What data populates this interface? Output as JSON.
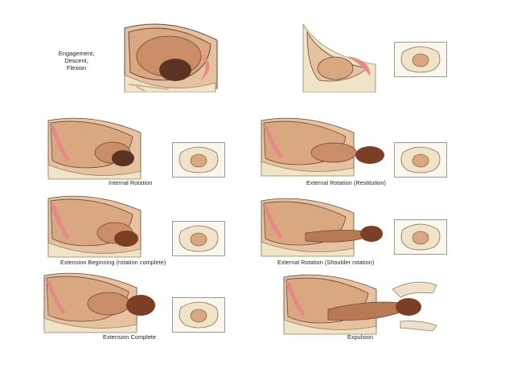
{
  "labels": {
    "engagement": [
      "Engagement,",
      "Descent,",
      "Flexion"
    ],
    "internal_rotation": "Internal Rotation",
    "external_rotation_restitution": "External Rotation (Restitution)",
    "extension_beginning": "Extension Beginning (rotation complete)",
    "external_rotation_shoulder": "External Rotation (Shoulder rotation)",
    "extension_complete": "Extension Complete",
    "expulsion": "Expulsion"
  },
  "colors": {
    "skin": "#d9a880",
    "skin_dark": "#b77a55",
    "uterus_pink": "#e48a86",
    "pelvis_bone": "#efe3c8",
    "spine": "#c9b48f",
    "hair": "#5a3322",
    "outline": "#6b4a35"
  }
}
